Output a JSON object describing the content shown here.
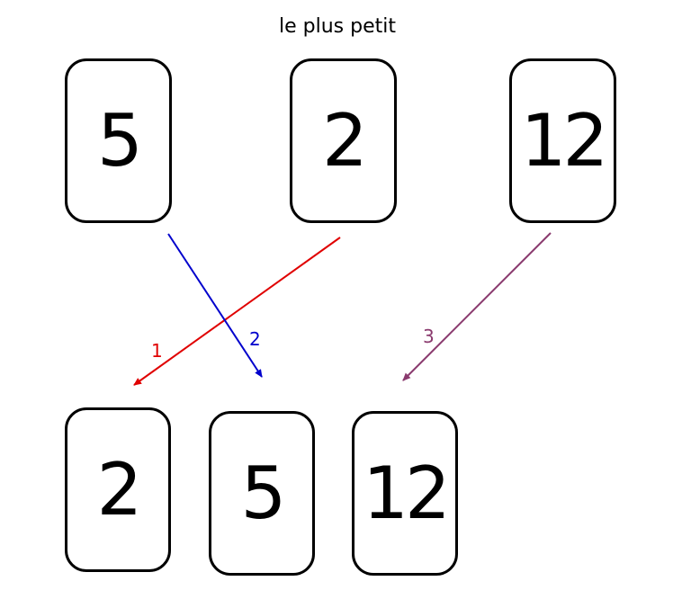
{
  "title": "le plus petit",
  "top_cards": [
    {
      "value": "5"
    },
    {
      "value": "2"
    },
    {
      "value": "12"
    }
  ],
  "bottom_cards": [
    {
      "value": "2"
    },
    {
      "value": "5"
    },
    {
      "value": "12"
    }
  ],
  "arrows": [
    {
      "label": "1",
      "color": "#e00000"
    },
    {
      "label": "2",
      "color": "#0000cc"
    },
    {
      "label": "3",
      "color": "#8a3a6e"
    }
  ]
}
